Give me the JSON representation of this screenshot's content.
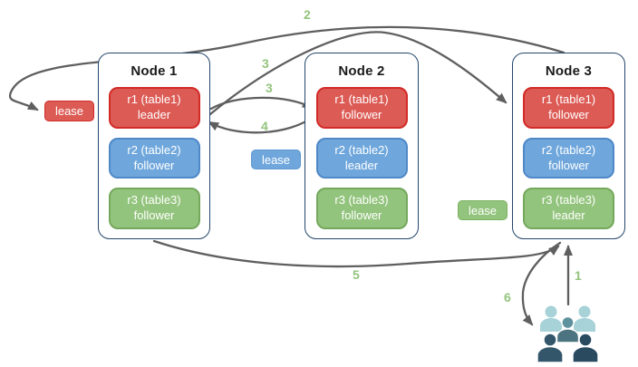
{
  "colors": {
    "red": "#DC5B55",
    "red_border": "#D22B27",
    "blue": "#6FA7DC",
    "blue_border": "#4E88C7",
    "green": "#93C47D",
    "green_border": "#74A85C",
    "node_border": "#24476B",
    "arrow": "#5F5F5F",
    "step_label": "#93C47D",
    "title_text": "#1B1B1B",
    "users_back": "#A7D2D8",
    "users_mid": "#5E929E",
    "users_mid_body": "#4C7380",
    "users_front_left": "#33566B",
    "users_front_right": "#2A4A60"
  },
  "nodes": [
    {
      "title": "Node 1",
      "ranges": [
        {
          "name": "r1 (table1)",
          "role": "leader",
          "color": "red"
        },
        {
          "name": "r2 (table2)",
          "role": "follower",
          "color": "blue"
        },
        {
          "name": "r3 (table3)",
          "role": "follower",
          "color": "green"
        }
      ]
    },
    {
      "title": "Node 2",
      "ranges": [
        {
          "name": "r1 (table1)",
          "role": "follower",
          "color": "red"
        },
        {
          "name": "r2 (table2)",
          "role": "leader",
          "color": "blue"
        },
        {
          "name": "r3 (table3)",
          "role": "follower",
          "color": "green"
        }
      ]
    },
    {
      "title": "Node 3",
      "ranges": [
        {
          "name": "r1 (table1)",
          "role": "follower",
          "color": "red"
        },
        {
          "name": "r2 (table2)",
          "role": "follower",
          "color": "blue"
        },
        {
          "name": "r3 (table3)",
          "role": "leader",
          "color": "green"
        }
      ]
    }
  ],
  "leases": [
    {
      "label": "lease",
      "color": "red"
    },
    {
      "label": "lease",
      "color": "blue"
    },
    {
      "label": "lease",
      "color": "green"
    }
  ],
  "steps": {
    "s1": "1",
    "s2": "2",
    "s3a": "3",
    "s3b": "3",
    "s4": "4",
    "s5": "5",
    "s6": "6"
  },
  "icons": {
    "users": "users-group-icon"
  }
}
